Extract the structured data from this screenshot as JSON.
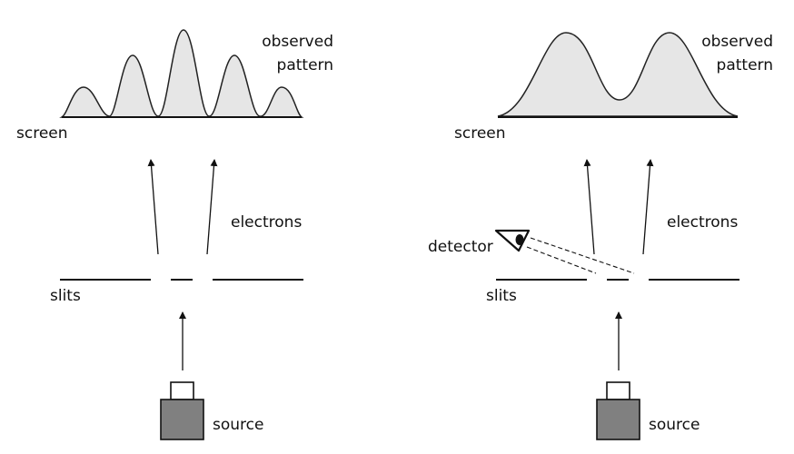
{
  "colors": {
    "pattern_fill": "#e6e6e6",
    "source_fill": "#808080",
    "ink": "#111111"
  },
  "panels": [
    {
      "id": "left",
      "has_detector": false,
      "pattern_type": "interference",
      "labels": {
        "observed_line1": "observed",
        "observed_line2": "pattern",
        "screen": "screen",
        "electrons": "electrons",
        "slits": "slits",
        "source": "source"
      }
    },
    {
      "id": "right",
      "has_detector": true,
      "pattern_type": "two-peak",
      "labels": {
        "observed_line1": "observed",
        "observed_line2": "pattern",
        "screen": "screen",
        "electrons": "electrons",
        "slits": "slits",
        "source": "source",
        "detector": "detector"
      },
      "icons": {
        "detector": "eye-icon"
      }
    }
  ]
}
